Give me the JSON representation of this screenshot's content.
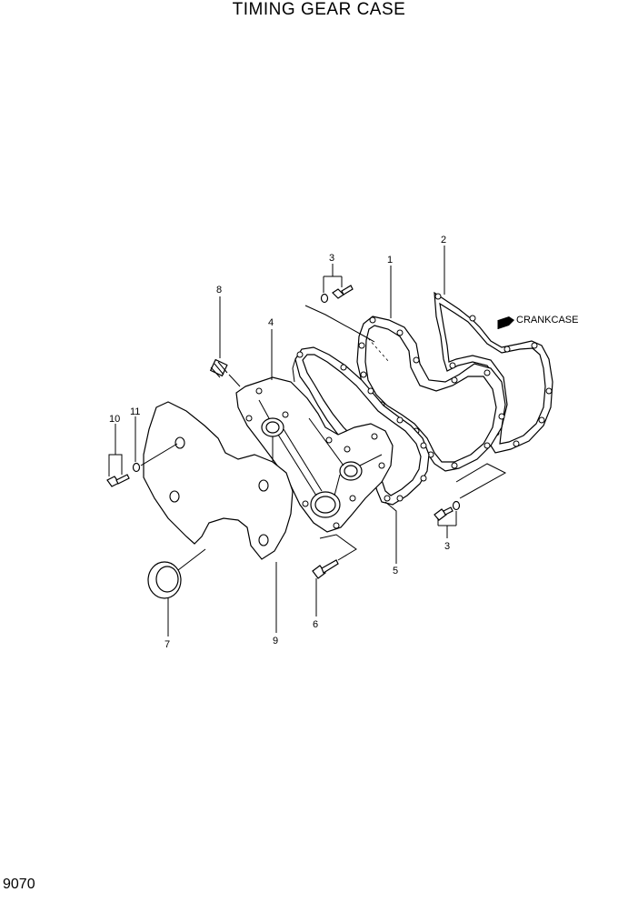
{
  "title": "TIMING GEAR CASE",
  "page_number": "9070",
  "reference_label": "CRANKCASE",
  "callouts": {
    "p1": "1",
    "p2": "2",
    "p3a": "3",
    "p3b": "3",
    "p4": "4",
    "p5": "5",
    "p6": "6",
    "p7": "7",
    "p8": "8",
    "p9": "9",
    "p10": "10",
    "p11": "11"
  }
}
